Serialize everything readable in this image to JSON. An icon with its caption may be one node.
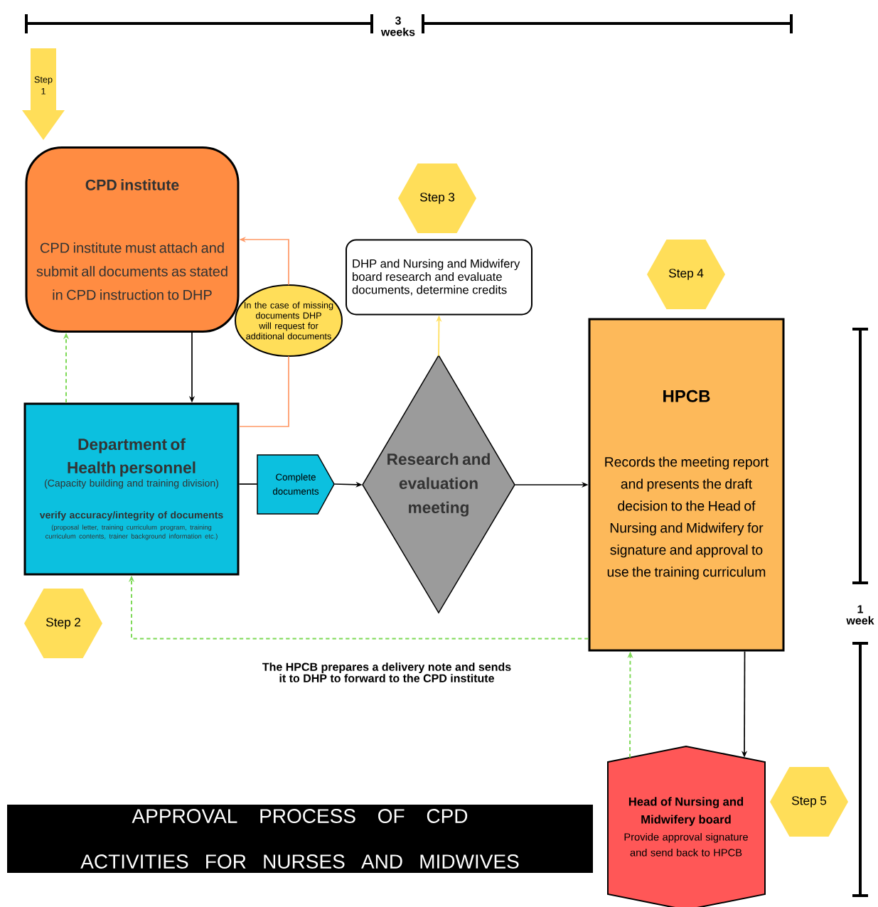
{
  "diagram": {
    "title": "APPROVAL PROCESS OF CPD ACTIVITIES FOR NURSES AND MIDWIVES",
    "nodes": [
      {
        "text": [
          "Step 1"
        ]
      },
      {
        "text": [
          "CPD institute",
          "CPD institute must attach and submit all documents as stated in CPD instruction to DHP"
        ]
      },
      {
        "text": [
          "In the case of missing documents DHP will request for additional documents"
        ]
      },
      {
        "text": [
          "Step 3"
        ]
      },
      {
        "text": [
          "DHP and Nursing and Midwifery board research and evaluate documents, determine credits"
        ]
      },
      {
        "text": [
          "Step 4"
        ]
      },
      {
        "text": [
          "Department of Health personnel",
          "(Capacity building and training division)",
          "verify accuracy/integrity of documents",
          "(proposal letter, training curriculum program, training curriculum contents, trainer background information etc.)"
        ]
      },
      {
        "text": [
          "Complete documents"
        ]
      },
      {
        "text": [
          "Research and evaluation meeting"
        ]
      },
      {
        "text": [
          "HPCB",
          "Records the meeting report and presents the draft decision to the Head of Nursing and Midwifery for signature and approval to use the training curriculum"
        ]
      },
      {
        "text": [
          "Step 2"
        ]
      },
      {
        "text": [
          "Head of Nursing and Midwifery board",
          "Provide approval signature and send back to HPCB"
        ]
      },
      {
        "text": [
          "Step 5"
        ]
      }
    ],
    "edges": [
      {
        "from": 1,
        "to": 6,
        "arrow": "to"
      },
      {
        "from": 6,
        "to": 1,
        "arrow": "to",
        "style": "dashed",
        "color": "#7ed957"
      },
      {
        "from": 6,
        "to": 2,
        "arrow": "none",
        "color": "#ff9966"
      },
      {
        "from": 2,
        "to": 1,
        "arrow": "to",
        "color": "#ff9966"
      },
      {
        "from": 6,
        "to": 7,
        "arrow": "none"
      },
      {
        "from": 7,
        "to": 8,
        "arrow": "to"
      },
      {
        "from": 8,
        "to": 4,
        "arrow": "to",
        "color": "#ffde59"
      },
      {
        "from": 8,
        "to": 9,
        "arrow": "to"
      },
      {
        "from": 9,
        "to": 6,
        "arrow": "to",
        "style": "dashed",
        "color": "#7ed957",
        "label": "The HPCB prepares a delivery note and sends it to DHP to forward to the CPD institute"
      },
      {
        "from": 9,
        "to": 11,
        "arrow": "to"
      },
      {
        "from": 11,
        "to": 9,
        "arrow": "to",
        "style": "dashed",
        "color": "#7ed957"
      }
    ],
    "labels": [
      "3 weeks",
      "1 week"
    ]
  }
}
